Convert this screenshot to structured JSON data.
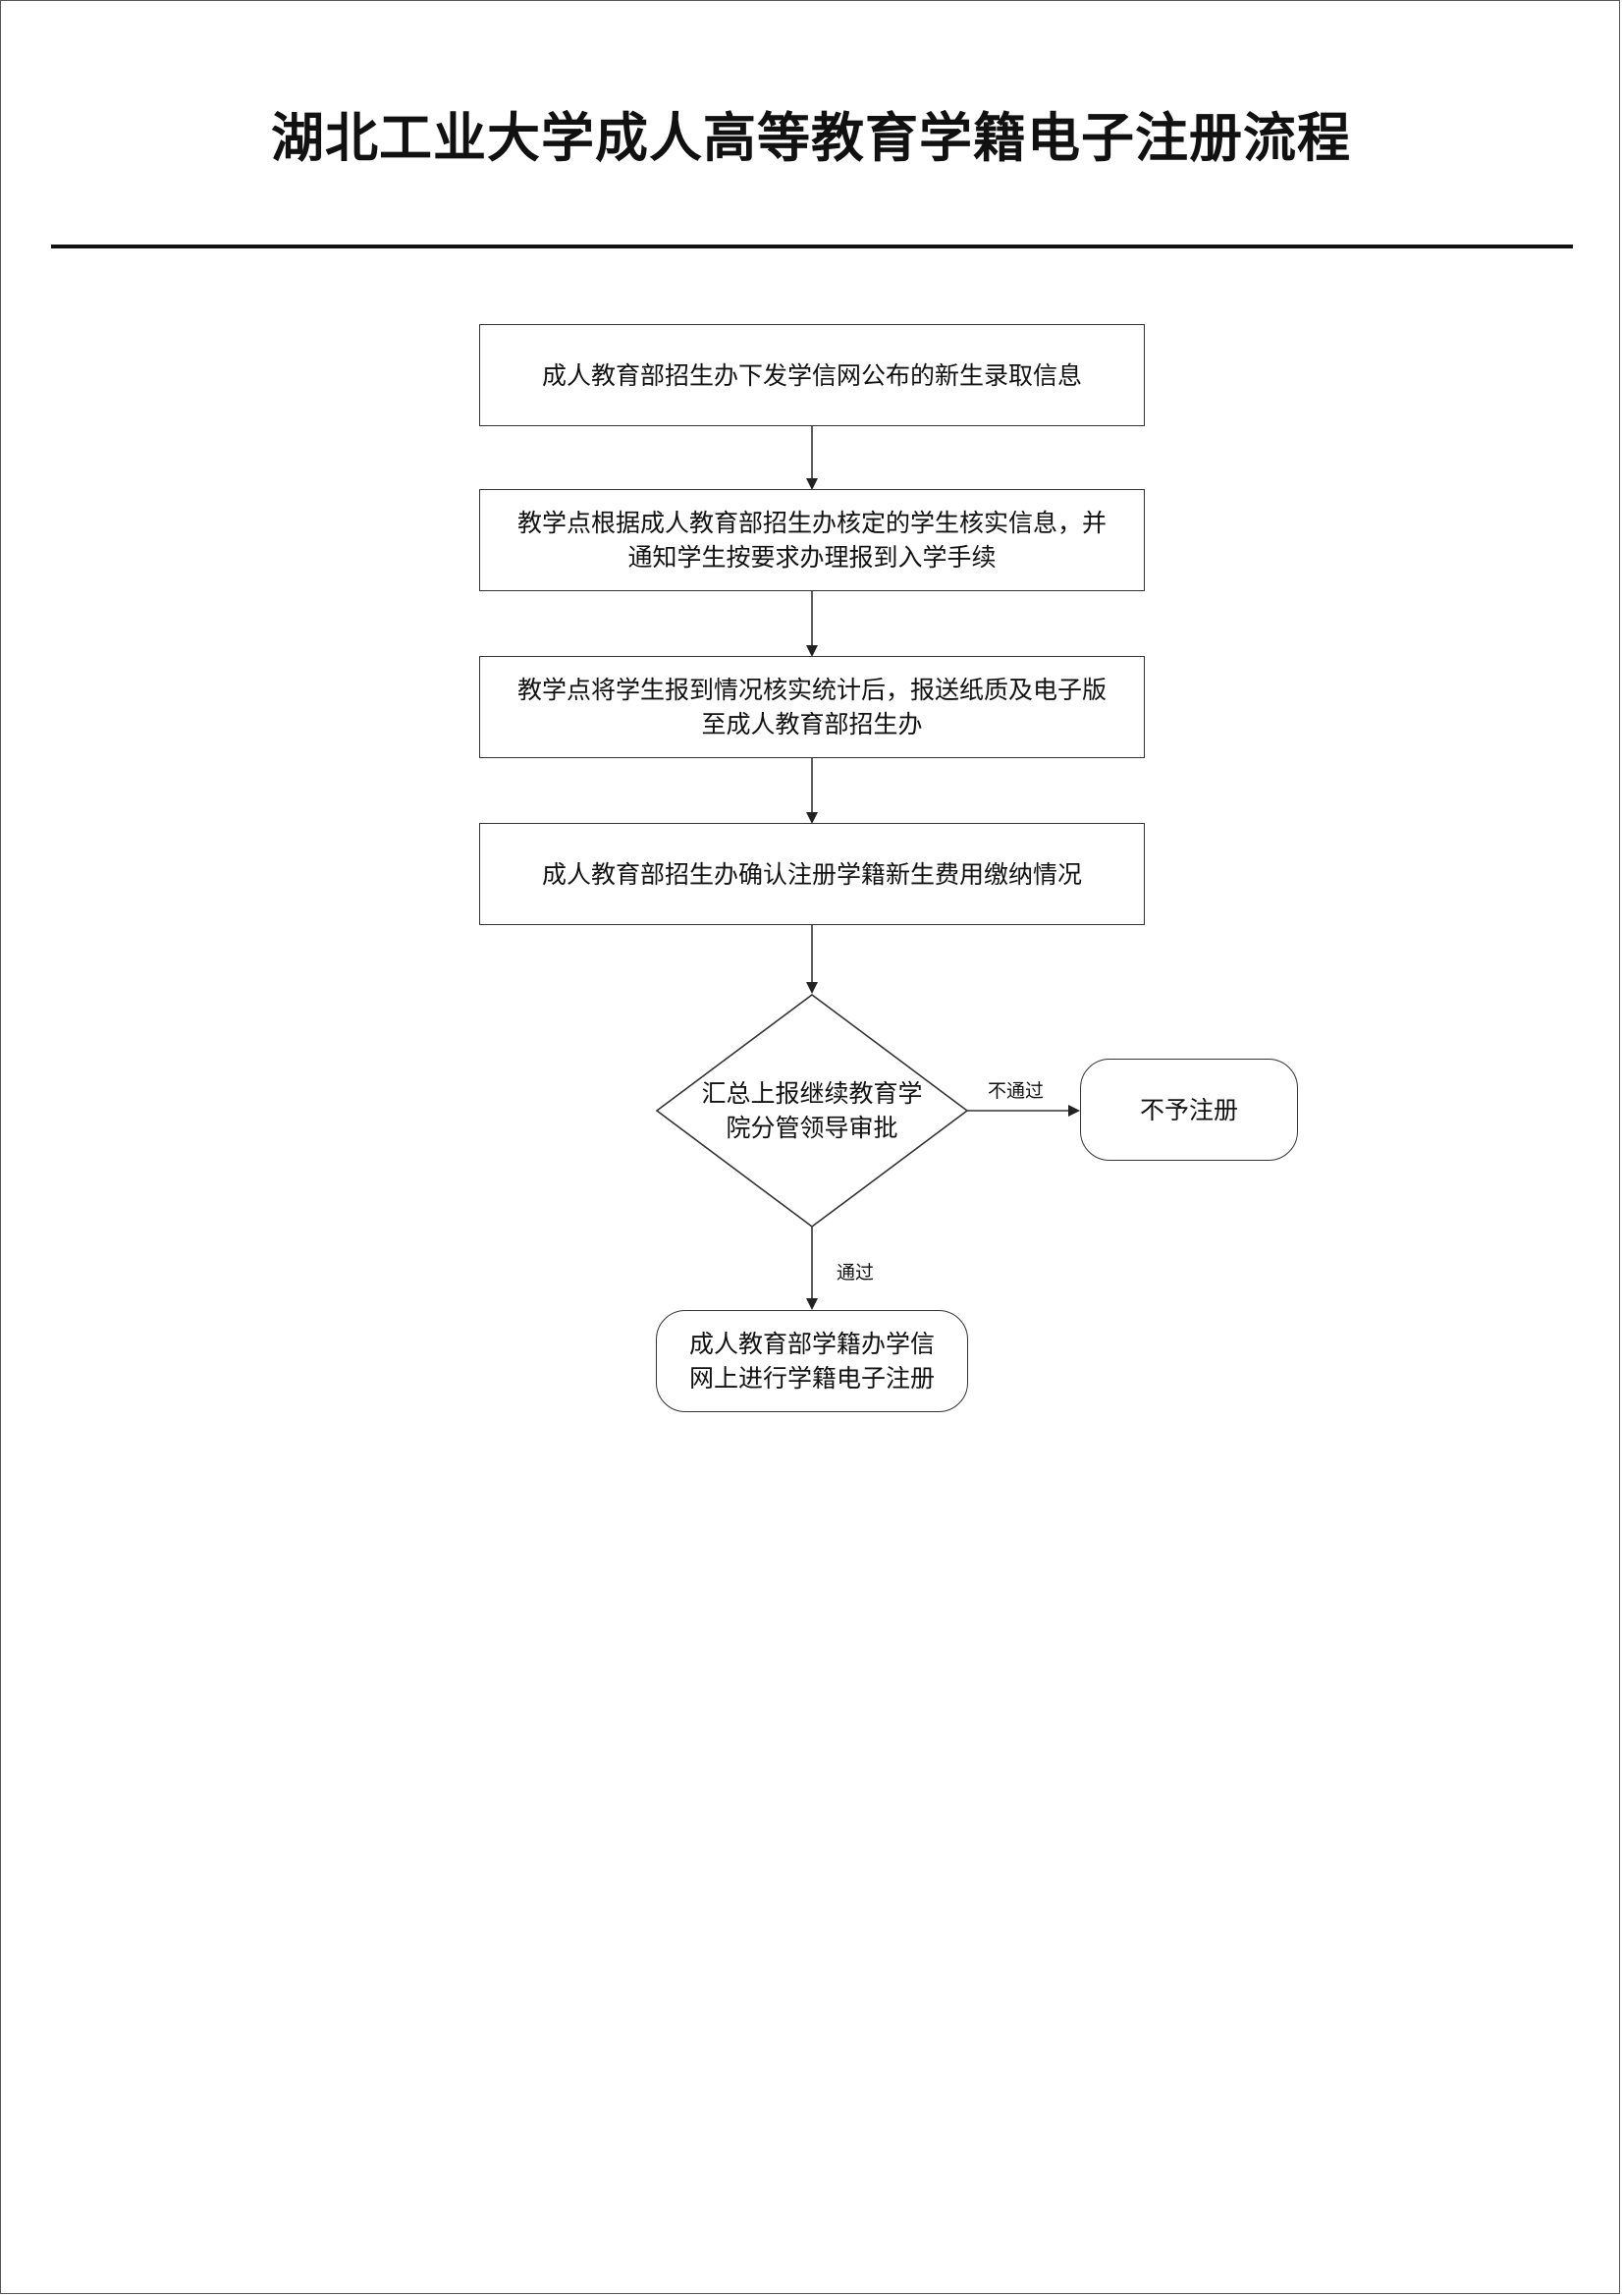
{
  "document": {
    "title": "湖北工业大学成人高等教育学籍电子注册流程"
  },
  "flowchart": {
    "nodes": [
      {
        "id": "step1",
        "shape": "rectangle",
        "text": "成人教育部招生办下发学信网公布的新生录取信息"
      },
      {
        "id": "step2",
        "shape": "rectangle",
        "text": "教学点根据成人教育部招生办核定的学生核实信息，并通知学生按要求办理报到入学手续"
      },
      {
        "id": "step3",
        "shape": "rectangle",
        "text": "教学点将学生报到情况核实统计后，报送纸质及电子版至成人教育部招生办"
      },
      {
        "id": "step4",
        "shape": "rectangle",
        "text": "成人教育部招生办确认注册学籍新生费用缴纳情况"
      },
      {
        "id": "decision",
        "shape": "diamond",
        "text": "汇总上报继续教育学院分管领导审批"
      },
      {
        "id": "reject",
        "shape": "rounded",
        "text": "不予注册"
      },
      {
        "id": "register",
        "shape": "rounded",
        "text": "成人教育部学籍办学信网上进行学籍电子注册"
      }
    ],
    "edges": [
      {
        "from": "step1",
        "to": "step2",
        "label": ""
      },
      {
        "from": "step2",
        "to": "step3",
        "label": ""
      },
      {
        "from": "step3",
        "to": "step4",
        "label": ""
      },
      {
        "from": "step4",
        "to": "decision",
        "label": ""
      },
      {
        "from": "decision",
        "to": "reject",
        "label": "不通过"
      },
      {
        "from": "decision",
        "to": "register",
        "label": "通过"
      }
    ]
  },
  "colors": {
    "line": "#333333",
    "text": "#111111",
    "background": "#ffffff"
  }
}
